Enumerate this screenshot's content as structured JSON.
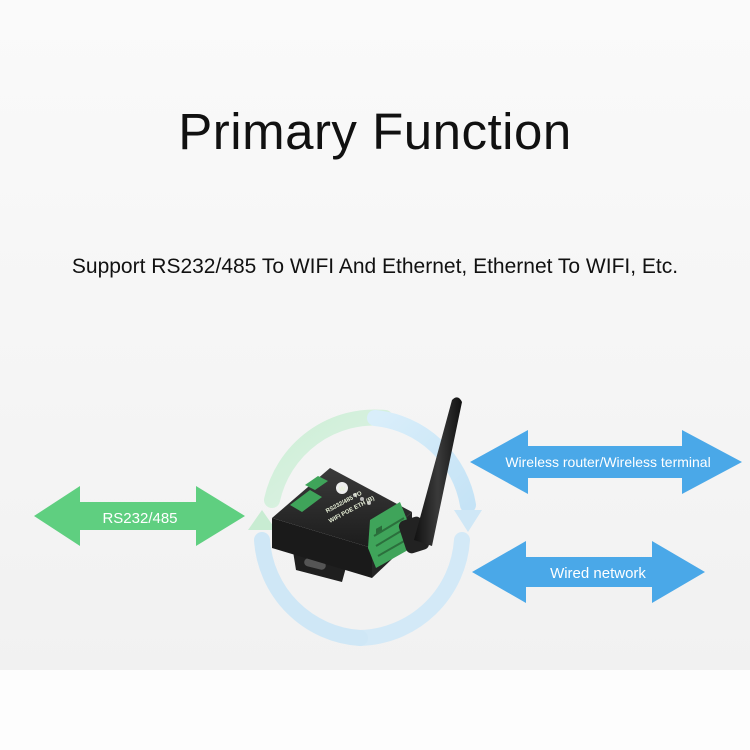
{
  "title": "Primary Function",
  "subtitle": "Support RS232/485 To WIFI And Ethernet, Ethernet To WIFI, Etc.",
  "arrows": {
    "left": {
      "label": "RS232/485",
      "color": "#5fcf80"
    },
    "top_right": {
      "label": "Wireless router/Wireless terminal",
      "color": "#4aa8e8"
    },
    "bottom_right": {
      "label": "Wired network",
      "color": "#4aa8e8"
    }
  },
  "device": {
    "model_line1": "RS232/485 TO",
    "model_line2": "WIFI POE ETH (B)",
    "logo": "w"
  },
  "colors": {
    "cycle_green": "#c8ecd2",
    "cycle_blue": "#cfe7f6",
    "device_body": "#2b2b2b",
    "terminal_green": "#3fa45a"
  }
}
